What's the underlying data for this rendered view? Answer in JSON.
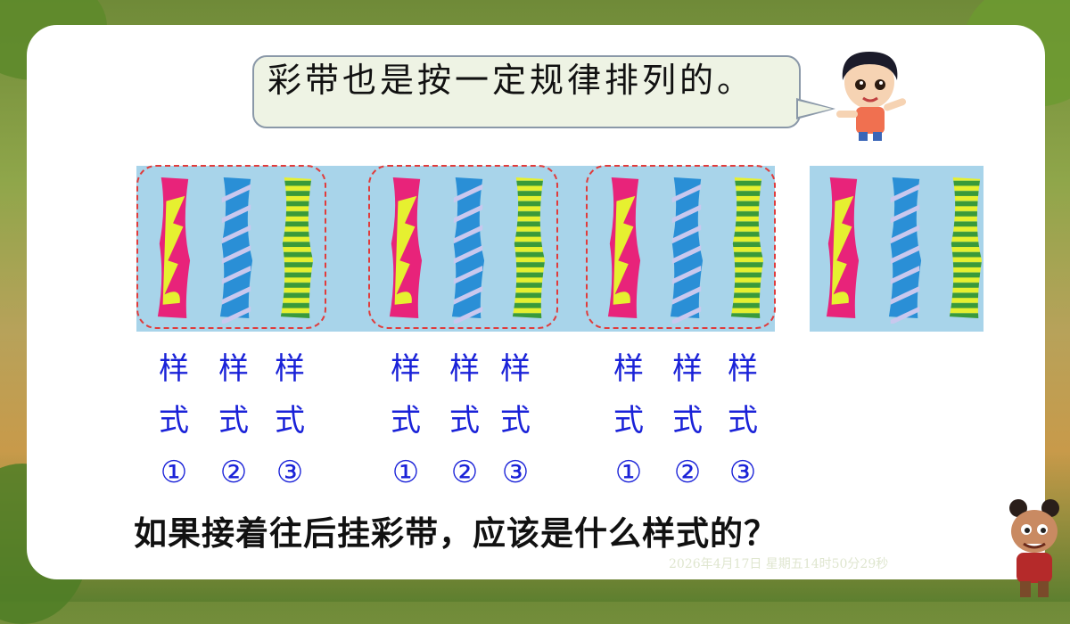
{
  "bubble": {
    "text": "彩带也是按一定规律排列的。"
  },
  "groups": [
    {
      "labels": [
        "样式①",
        "样式②",
        "样式③"
      ]
    },
    {
      "labels": [
        "样式①",
        "样式②",
        "样式③"
      ]
    },
    {
      "labels": [
        "样式①",
        "样式②",
        "样式③"
      ]
    }
  ],
  "label_parts": {
    "char1": "样",
    "char2": "式",
    "num1": "①",
    "num2": "②",
    "num3": "③"
  },
  "question": "如果接着往后挂彩带，应该是什么样式的？",
  "timestamp": "2026年4月17日 星期五14时50分29秒",
  "colors": {
    "pink": "#e8237a",
    "yellow": "#e6f030",
    "blue": "#2a8fd6",
    "lavender": "#c9c8ee",
    "green": "#3a9a3a",
    "dash_red": "#e03c3c",
    "label_blue": "#1a22d8"
  },
  "icons": [
    "boy-character-icon",
    "nezha-character-icon"
  ]
}
